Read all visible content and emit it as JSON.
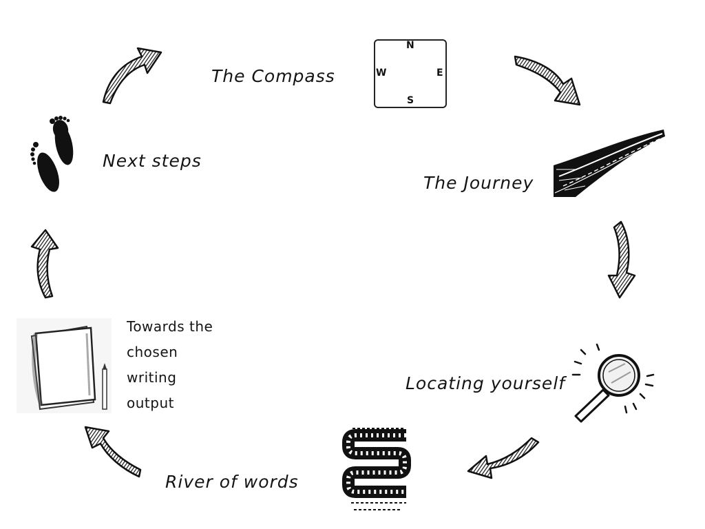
{
  "diagram": {
    "stages": [
      {
        "id": "compass",
        "label": "The Compass",
        "icon": "compass-icon"
      },
      {
        "id": "journey",
        "label": "The Journey",
        "icon": "road-icon"
      },
      {
        "id": "locating",
        "label": "Locating yourself",
        "icon": "magnifying-glass-icon"
      },
      {
        "id": "river",
        "label": "River of words",
        "icon": "river-icon"
      },
      {
        "id": "towards",
        "label_lines": [
          "Towards the",
          "chosen",
          "writing",
          "output"
        ],
        "icon": "notebook-pencil-icon"
      },
      {
        "id": "next",
        "label": "Next steps",
        "icon": "footprints-icon"
      }
    ],
    "compass_letters": {
      "n": "N",
      "s": "S",
      "e": "E",
      "w": "W"
    },
    "arrow_style": "hand-drawn curved arrows, cycle clockwise",
    "colors": {
      "ink": "#141414",
      "background": "#ffffff"
    }
  }
}
